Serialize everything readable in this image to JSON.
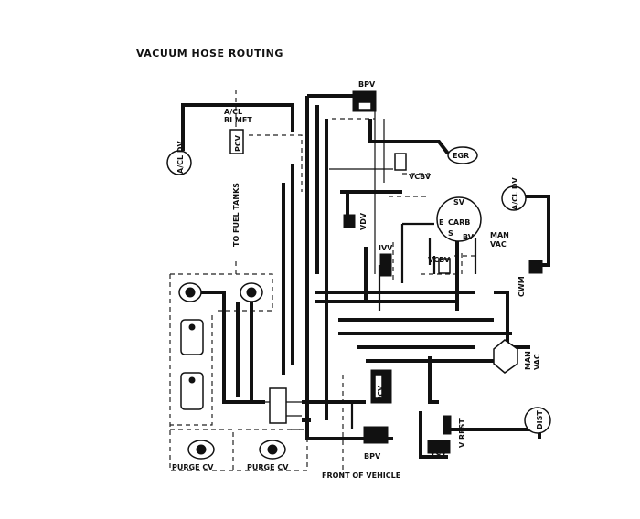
{
  "title": "VACUUM HOSE ROUTING",
  "labels": {
    "bpv_top": "BPV",
    "bpv_bottom": "BPV",
    "acl_bimet_line1": "A/CL",
    "acl_bimet_line2": "BI MET",
    "pcv": "PCV",
    "acl_dv_left": "A/CL DV",
    "egr": "EGR",
    "vcbv_top": "VCBV",
    "vcbv_mid": "VCBV",
    "vdv": "VDV",
    "carb_sv": "SV",
    "carb_e": "E",
    "carb_carb": "CARB",
    "carb_s": "S",
    "carb_bv": "BV",
    "acl_dv_right": "A/CL DV",
    "ivv": "IVV",
    "man_vac_top_1": "MAN",
    "man_vac_top_2": "VAC",
    "cwm": "CWM",
    "man_vac_right_1": "MAN",
    "man_vac_right_2": "VAC",
    "vcv_mid": "VCV",
    "vcv_bottom": "VCV",
    "v_rest": "V REST",
    "dist": "DIST",
    "to_fuel_tanks": "TO FUEL TANKS",
    "purge_cv_left": "PURGE CV",
    "purge_cv_right": "PURGE CV",
    "front_of_vehicle": "FRONT OF VEHICLE"
  }
}
